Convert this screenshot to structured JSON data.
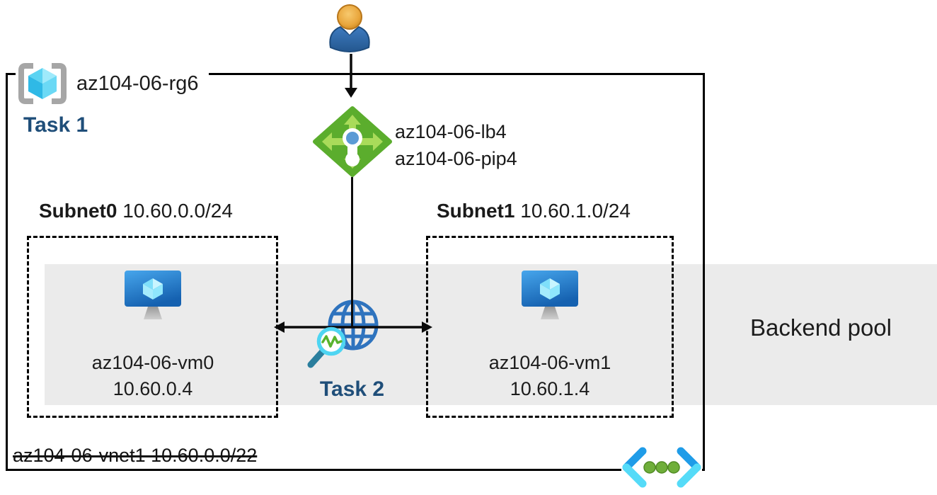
{
  "resource_group": {
    "name": "az104-06-rg6",
    "task_label": "Task 1"
  },
  "load_balancer": {
    "name": "az104-06-lb4",
    "public_ip": "az104-06-pip4"
  },
  "subnets": [
    {
      "name": "Subnet0",
      "cidr": "10.60.0.0/24",
      "vm_name": "az104-06-vm0",
      "vm_ip": "10.60.0.4"
    },
    {
      "name": "Subnet1",
      "cidr": "10.60.1.0/24",
      "vm_name": "az104-06-vm1",
      "vm_ip": "10.60.1.4"
    }
  ],
  "task2_label": "Task 2",
  "backend_pool_label": "Backend pool",
  "vnet_label": "az104-06-vnet1 10.60.0.0/22",
  "icons": {
    "resource_group_icon": "azure-resource-group-brackets-cube",
    "user_icon": "person-user",
    "load_balancer_icon": "azure-load-balancer-green-diamond",
    "vm_icon": "azure-virtual-machine-monitor-cube",
    "monitoring_icon": "globe-with-magnifier-pulse",
    "vnet_icon": "azure-virtual-network-chevrons-dots"
  },
  "colors": {
    "task_navy": "#1f4e79",
    "band_gray": "#ebebeb",
    "lb_green": "#5bad2d",
    "lb_arrow_green": "#a9db5a",
    "lb_dot_blue": "#5b9bd5",
    "globe_blue": "#2e73be",
    "magnifier_cyan": "#4ed5f2",
    "pulse_green": "#58b32e",
    "handle_teal": "#2a7e9d",
    "vm_blue_top": "#47a6ec",
    "vm_blue_bottom": "#1561b0",
    "bracket_gray": "#a6a6a6",
    "vnet_chevron_blue": "#1f9ce8",
    "vnet_chevron_cyan": "#55dbf8",
    "vnet_dot_green": "#6fae3a",
    "head_orange": "#e9a63c",
    "body_blue": "#2f6cb3"
  }
}
